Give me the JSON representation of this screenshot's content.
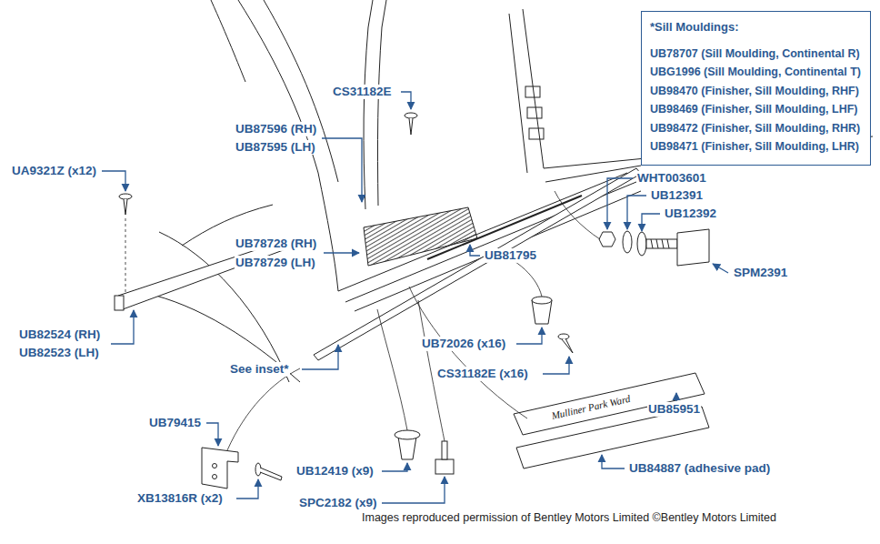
{
  "diagram": {
    "nodes": [
      {
        "text": [
          "*Sill Mouldings:",
          "UB78707 (Sill Moulding, Continental R)",
          "UBG1996 (Sill Moulding, Continental T)",
          "UB98470 (Finisher, Sill Moulding, RHF)",
          "UB98469 (Finisher, Sill Moulding, LHF)",
          "UB98472 (Finisher, Sill Moulding, RHR)",
          "UB98471 (Finisher, Sill Moulding, LHR)"
        ]
      }
    ],
    "labels": [
      "CS31182E",
      "UB87596 (RH)",
      "UB87595 (LH)",
      "UA9321Z (x12)",
      "WHT003601",
      "UB12391",
      "UB12392",
      "UB78728 (RH)",
      "UB78729 (LH)",
      "UB81795",
      "SPM2391",
      "UB82524 (RH)",
      "UB82523 (LH)",
      "UB72026 (x16)",
      "See inset*",
      "CS31182E (x16)",
      "UB85951",
      "UB79415",
      "UB12419 (x9)",
      "UB84887 (adhesive pad)",
      "SPC2182 (x9)",
      "XB13816R (x2)",
      "Images reproduced permission of Bentley Motors Limited ©Bentley Motors Limited",
      "Mulliner Park Ward"
    ]
  }
}
